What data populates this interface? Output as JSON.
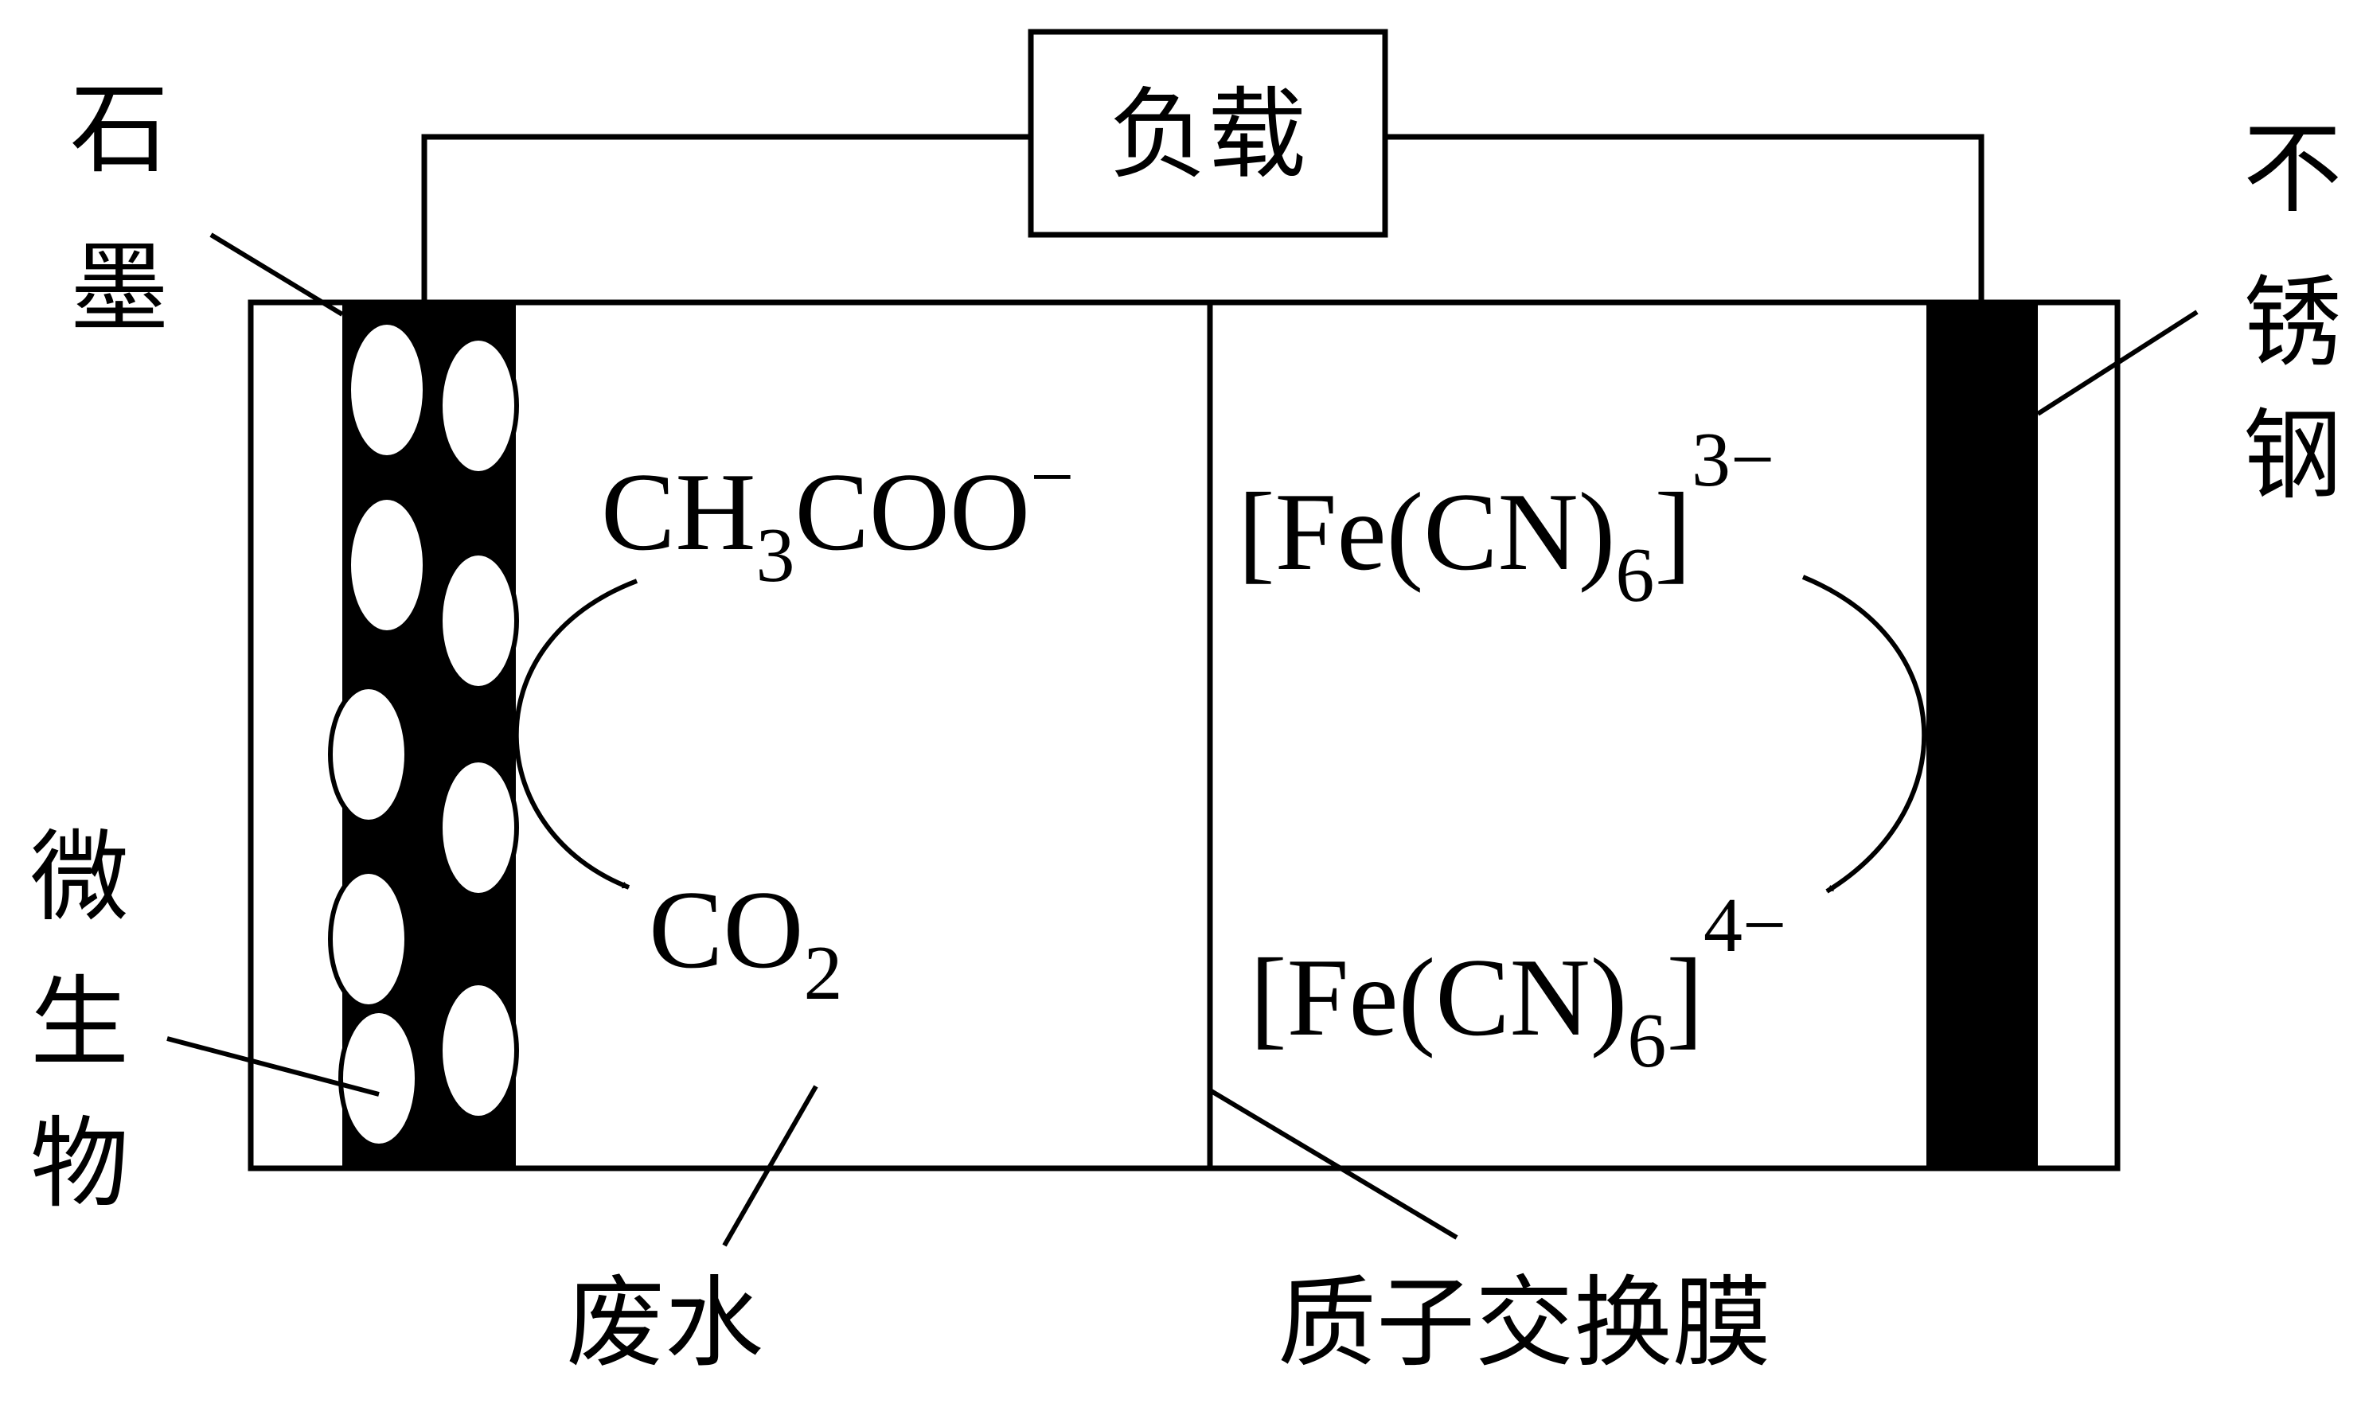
{
  "labels": {
    "load": "负载",
    "graphite": [
      "石",
      "墨"
    ],
    "stainless_steel": [
      "不",
      "锈",
      "钢"
    ],
    "microbe": [
      "微",
      "生",
      "物"
    ],
    "wastewater": "废水",
    "membrane": "质子交换膜"
  },
  "species": {
    "acetate": {
      "base_1": "CH",
      "sub_1": "3",
      "base_2": "COO",
      "charge": "−"
    },
    "co2": {
      "base": "CO",
      "sub": "2"
    },
    "ferricyanide": {
      "base": "[Fe(CN)",
      "sub": "6",
      "close": "]",
      "charge": "3−"
    },
    "ferrocyanide": {
      "base": "[Fe(CN)",
      "sub": "6",
      "close": "]",
      "charge": "4−"
    }
  },
  "colors": {
    "line": "#000000",
    "electrode": "#000000",
    "background": "#ffffff"
  }
}
